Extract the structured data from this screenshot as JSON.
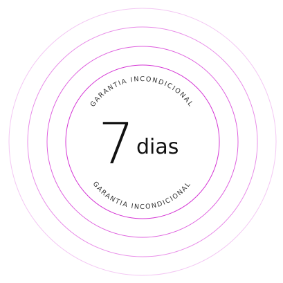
{
  "badge": {
    "number": "7",
    "unit": "dias",
    "top_arc_text": "GARANTIA INCONDICIONAL",
    "bottom_arc_text": "GARANTIA INCONDICIONAL"
  },
  "colors": {
    "background": "#ffffff",
    "ring_inner": "#d433d4",
    "ring_middle": "#de5fde",
    "ring_outer": "#e88ce8",
    "ring_outermost": "#f3c6f3",
    "text": "#111111",
    "arc_text": "#333333"
  }
}
